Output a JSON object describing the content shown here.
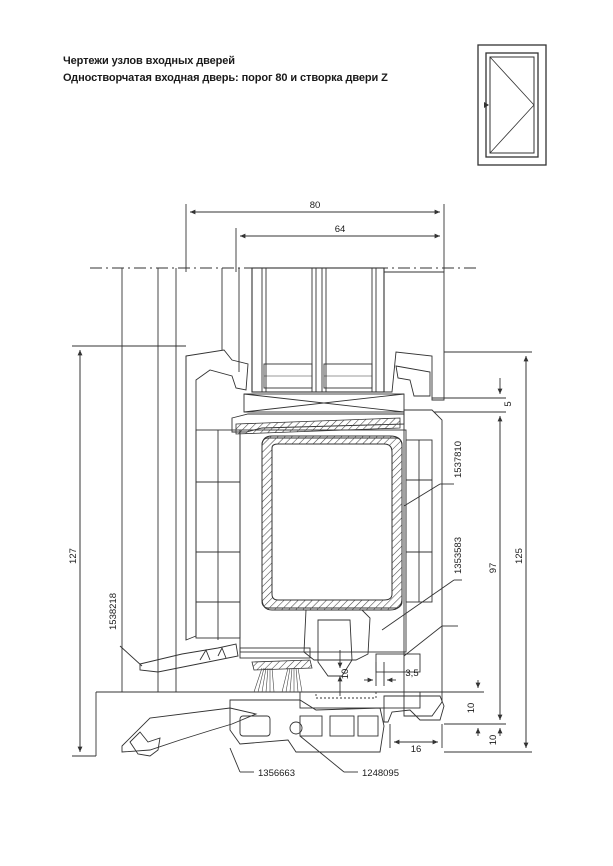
{
  "header": {
    "title": "Чертежи узлов входных дверей",
    "subtitle": "Одностворчатая входная дверь: порог 80 и створка двери Z"
  },
  "dimensions": {
    "d80": "80",
    "d64": "64",
    "d127": "127",
    "d125": "125",
    "d97": "97",
    "d5": "5",
    "d10a": "10",
    "d10b": "10",
    "d10c": "10",
    "d16": "16",
    "d35": "3,5"
  },
  "part_numbers": {
    "p1537810": "1537810",
    "p1353583": "1353583",
    "p1538218": "1538218",
    "p1356663": "1356663",
    "p1248095": "1248095"
  },
  "colors": {
    "line": "#333333",
    "text": "#1a1a1a"
  }
}
